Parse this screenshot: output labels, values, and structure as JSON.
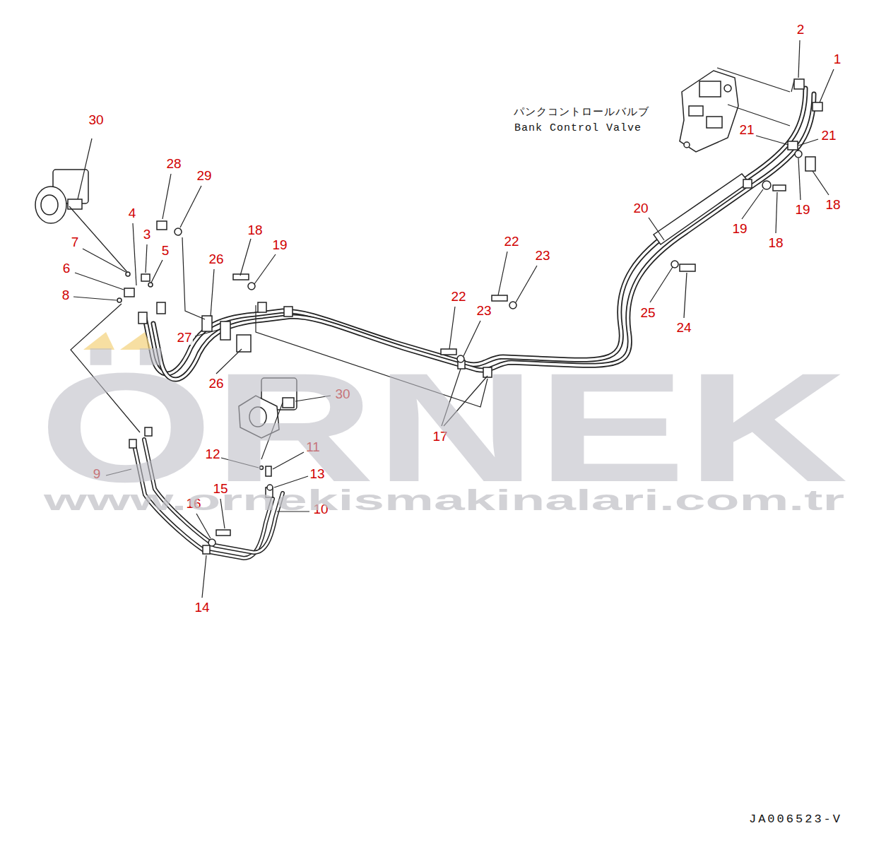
{
  "diagram": {
    "labels": [
      "30",
      "28",
      "29",
      "4",
      "3",
      "7",
      "5",
      "6",
      "8",
      "26",
      "18",
      "19",
      "27",
      "26",
      "22",
      "23",
      "22",
      "23",
      "17",
      "2",
      "1",
      "21",
      "21",
      "19",
      "18",
      "20",
      "19",
      "18",
      "25",
      "24",
      "30",
      "12",
      "11",
      "13",
      "10",
      "9",
      "15",
      "16",
      "14",
      "パンクコントロールバルブ",
      "Bank Control Valve",
      "ÖRNEK",
      "www.ornekismakinalari.com.tr",
      "JA006523-V"
    ]
  }
}
